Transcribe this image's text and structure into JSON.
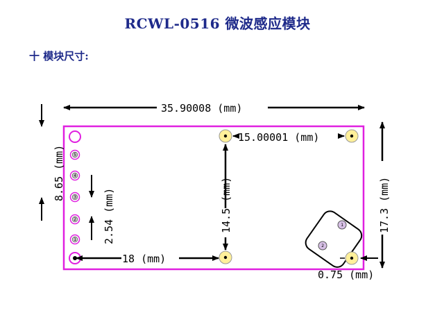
{
  "title": "RCWL-0516 微波感应模块",
  "subtitle": "十 模块尺寸:",
  "dimensions": {
    "width": "35.90008 (mm)",
    "hole_spacing": "15.00001 (mm)",
    "height_left": "8.65 (mm)",
    "pin_pitch": "2.54 (mm)",
    "hole_vertical": "14.5 (mm)",
    "bottom_offset": "18 (mm)",
    "height_right": "17.3 (mm)",
    "corner_offset": "0.75 (mm)"
  },
  "pins": [
    "5",
    "4",
    "3",
    "2",
    "1"
  ],
  "sensor_pins": [
    "1",
    "2"
  ],
  "colors": {
    "board_outline": "#e020e0",
    "hole_fill": "#fff09a",
    "title": "#1e2a8a"
  }
}
